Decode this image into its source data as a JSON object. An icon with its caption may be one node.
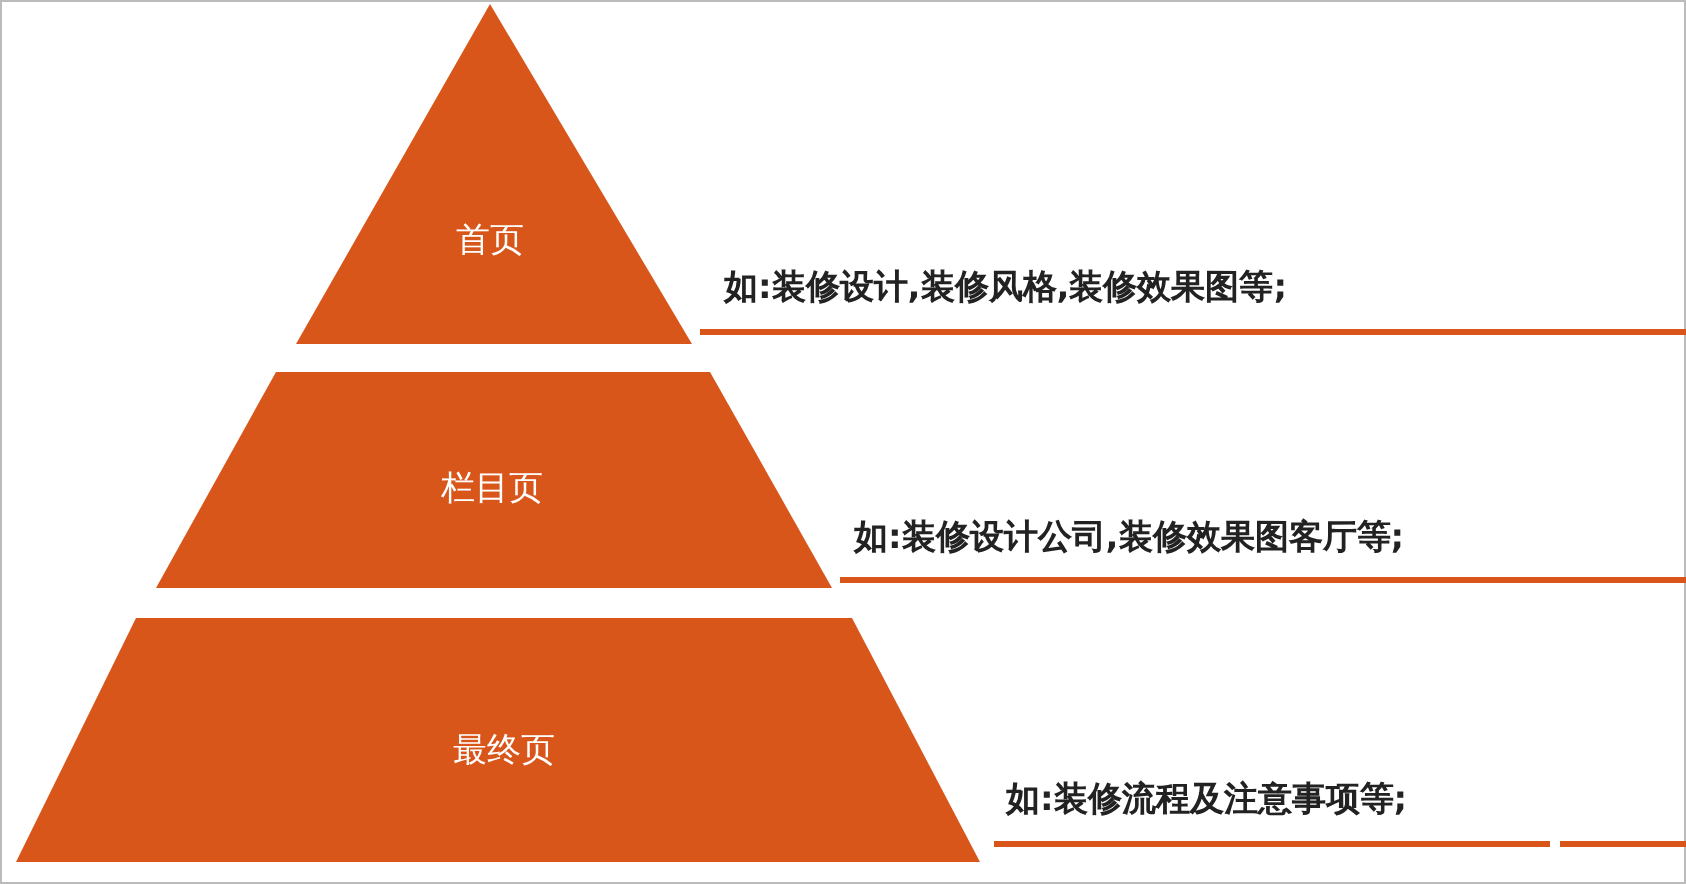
{
  "diagram": {
    "nodes": [
      {
        "text": [
          "首页"
        ],
        "beside": [
          "如:装修设计,装修风格,装修效果图等;"
        ]
      },
      {
        "text": [
          "栏目页"
        ],
        "beside": [
          "如:装修设计公司,装修效果图客厅等;"
        ]
      },
      {
        "text": [
          "最终页"
        ],
        "beside": [
          "如:装修流程及注意事项等;"
        ]
      }
    ]
  }
}
